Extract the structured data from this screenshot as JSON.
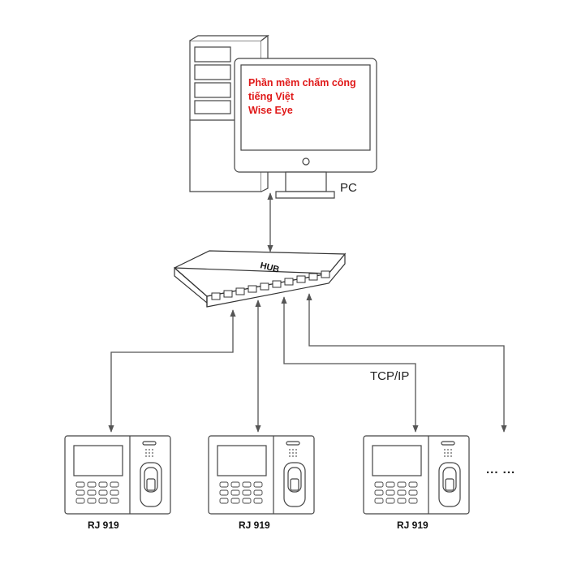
{
  "pc": {
    "screen_lines": [
      "Phần mềm chấm công",
      "tiếng Việt",
      "Wise Eye"
    ],
    "label": "PC"
  },
  "hub": {
    "label": "HUB"
  },
  "network": {
    "label": "TCP/IP"
  },
  "devices": [
    {
      "label": "RJ 919"
    },
    {
      "label": "RJ 919"
    },
    {
      "label": "RJ 919"
    }
  ],
  "more": {
    "label": "... ..."
  },
  "colors": {
    "line": "#555555",
    "screen_text": "#e01919",
    "outline": "#333333"
  }
}
